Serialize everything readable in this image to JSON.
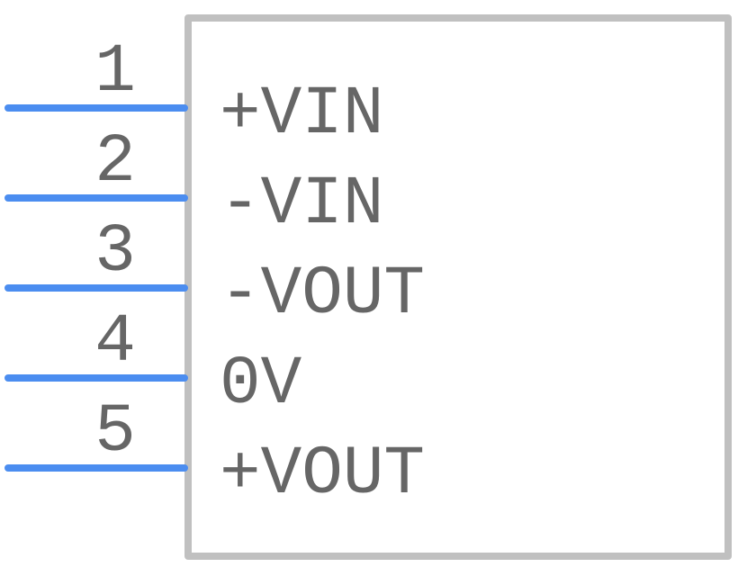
{
  "component": {
    "body_color": "#c0c0c0",
    "pin_color": "#4b8df0",
    "text_color": "#666666",
    "pins": [
      {
        "number": "1",
        "label": "+VIN"
      },
      {
        "number": "2",
        "label": "-VIN"
      },
      {
        "number": "3",
        "label": "-VOUT"
      },
      {
        "number": "4",
        "label": "0V"
      },
      {
        "number": "5",
        "label": "+VOUT"
      }
    ]
  }
}
